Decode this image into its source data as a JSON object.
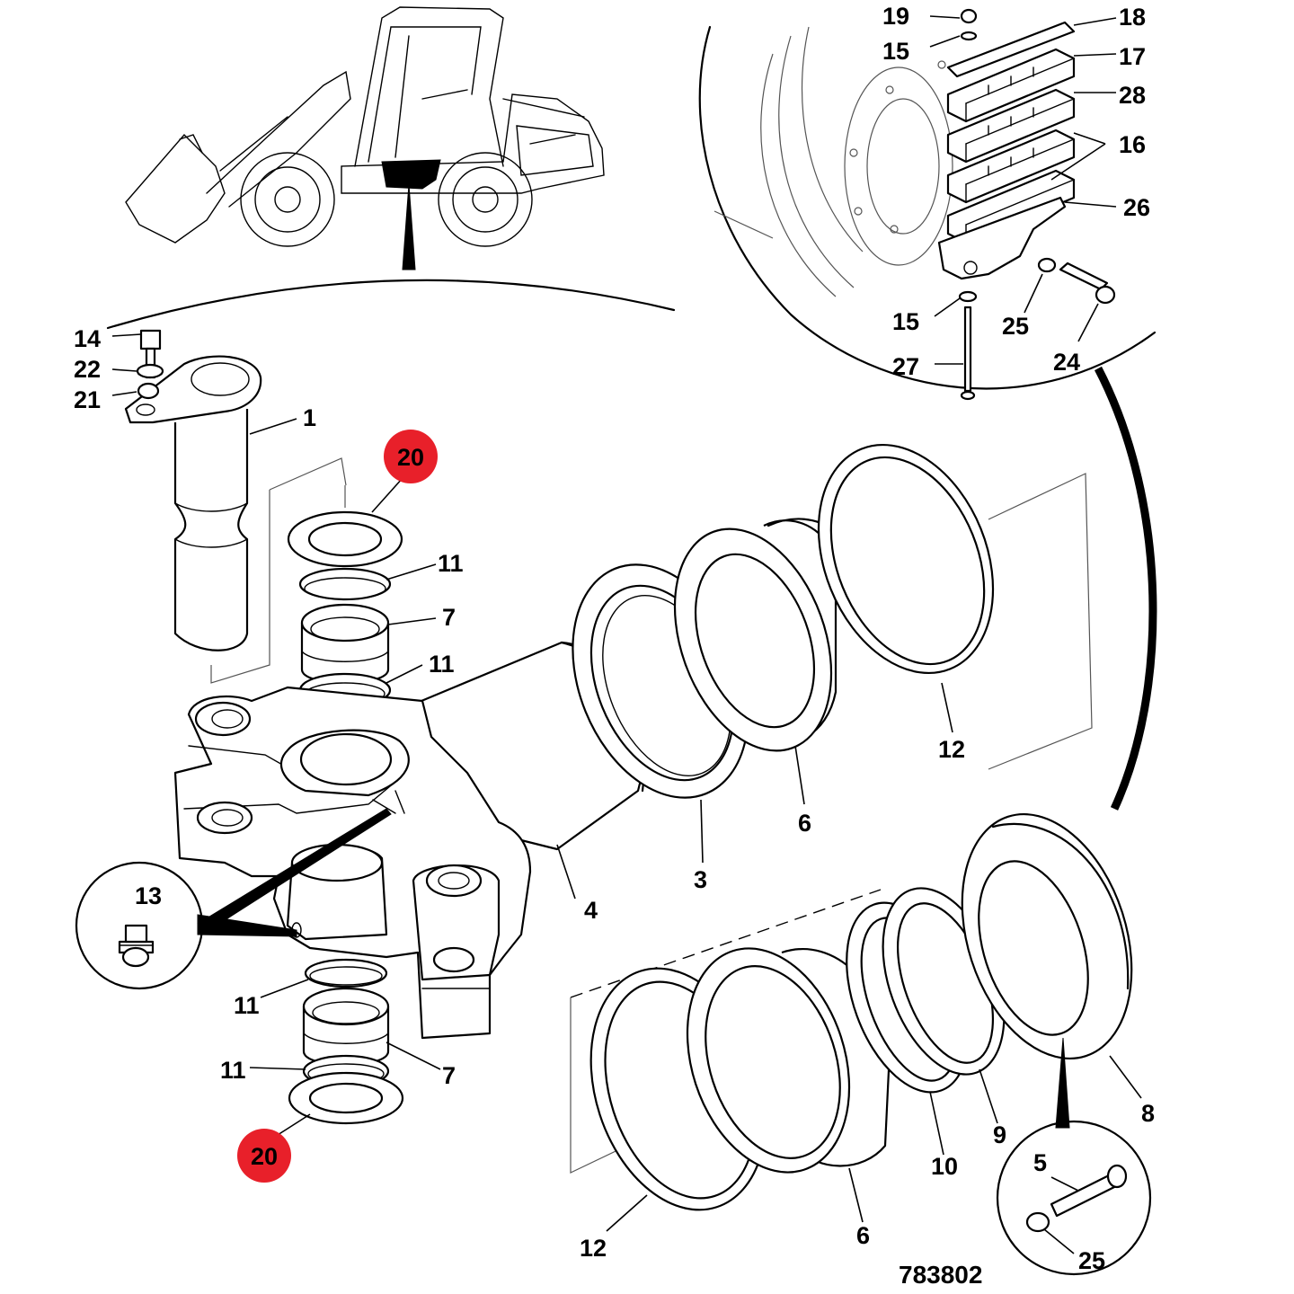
{
  "diagram": {
    "highlight_color": "#e8202a",
    "reference_number": "783802",
    "callouts": [
      {
        "id": "c14",
        "text": "14"
      },
      {
        "id": "c22",
        "text": "22"
      },
      {
        "id": "c21",
        "text": "21"
      },
      {
        "id": "c1",
        "text": "1"
      },
      {
        "id": "c20a",
        "text": "20",
        "highlighted": true
      },
      {
        "id": "c11a",
        "text": "11"
      },
      {
        "id": "c7a",
        "text": "7"
      },
      {
        "id": "c11b",
        "text": "11"
      },
      {
        "id": "c13",
        "text": "13"
      },
      {
        "id": "c4",
        "text": "4"
      },
      {
        "id": "c3",
        "text": "3"
      },
      {
        "id": "c6a",
        "text": "6"
      },
      {
        "id": "c12a",
        "text": "12"
      },
      {
        "id": "c11c",
        "text": "11"
      },
      {
        "id": "c11d",
        "text": "11"
      },
      {
        "id": "c7b",
        "text": "7"
      },
      {
        "id": "c20b",
        "text": "20",
        "highlighted": true
      },
      {
        "id": "c12b",
        "text": "12"
      },
      {
        "id": "c6b",
        "text": "6"
      },
      {
        "id": "c10",
        "text": "10"
      },
      {
        "id": "c9",
        "text": "9"
      },
      {
        "id": "c8",
        "text": "8"
      },
      {
        "id": "c5",
        "text": "5"
      },
      {
        "id": "c25b",
        "text": "25"
      },
      {
        "id": "c19",
        "text": "19"
      },
      {
        "id": "c18",
        "text": "18"
      },
      {
        "id": "c15a",
        "text": "15"
      },
      {
        "id": "c17",
        "text": "17"
      },
      {
        "id": "c28",
        "text": "28"
      },
      {
        "id": "c16",
        "text": "16"
      },
      {
        "id": "c26",
        "text": "26"
      },
      {
        "id": "c15b",
        "text": "15"
      },
      {
        "id": "c25a",
        "text": "25"
      },
      {
        "id": "c24",
        "text": "24"
      },
      {
        "id": "c27",
        "text": "27"
      }
    ]
  }
}
